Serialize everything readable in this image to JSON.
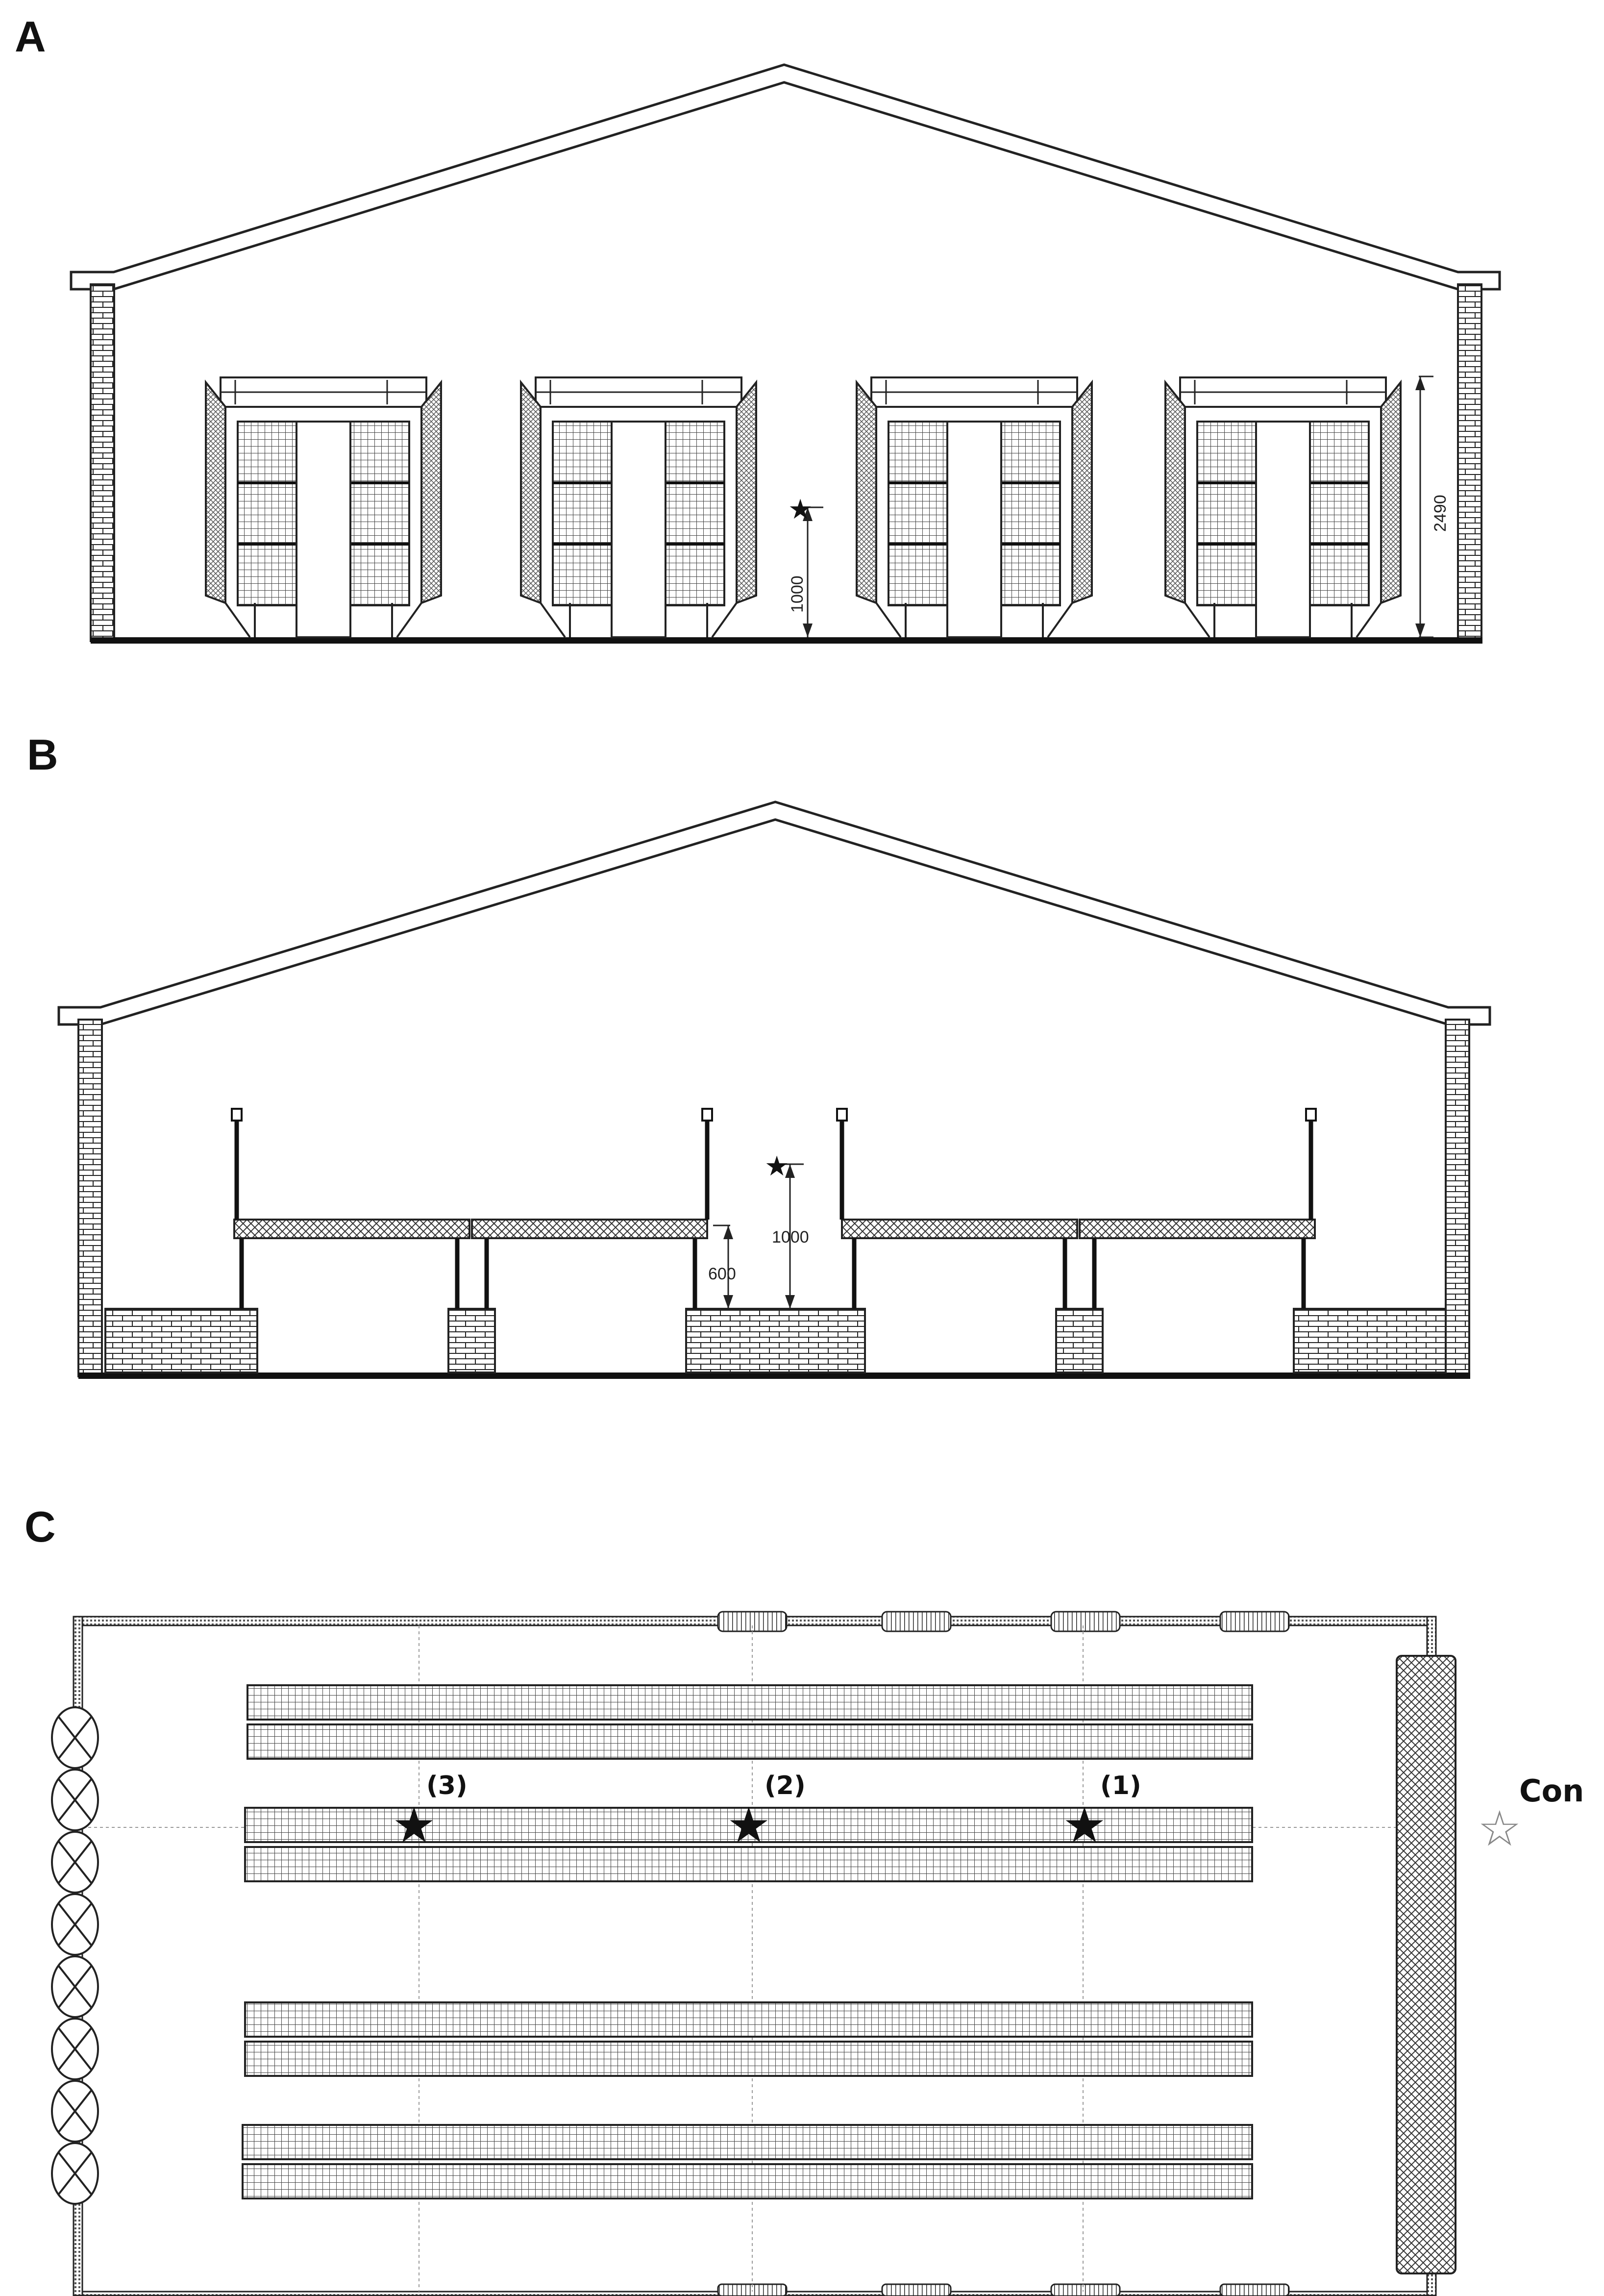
{
  "panels": {
    "a": {
      "letter": "A",
      "dims": {
        "height_total": "2490",
        "height_point": "1000"
      }
    },
    "b": {
      "letter": "B",
      "dims": {
        "height_point": "1000",
        "height_floor": "600"
      }
    },
    "c": {
      "letter": "C",
      "points": {
        "p1": "(1)",
        "p2": "(2)",
        "p3": "(3)"
      },
      "control_label": "Con"
    }
  },
  "symbols": {
    "measure_point": "filled-star",
    "control_point": "outline-star",
    "fan": "fan-circle-x",
    "cooling_pad": "hatched-pad"
  }
}
